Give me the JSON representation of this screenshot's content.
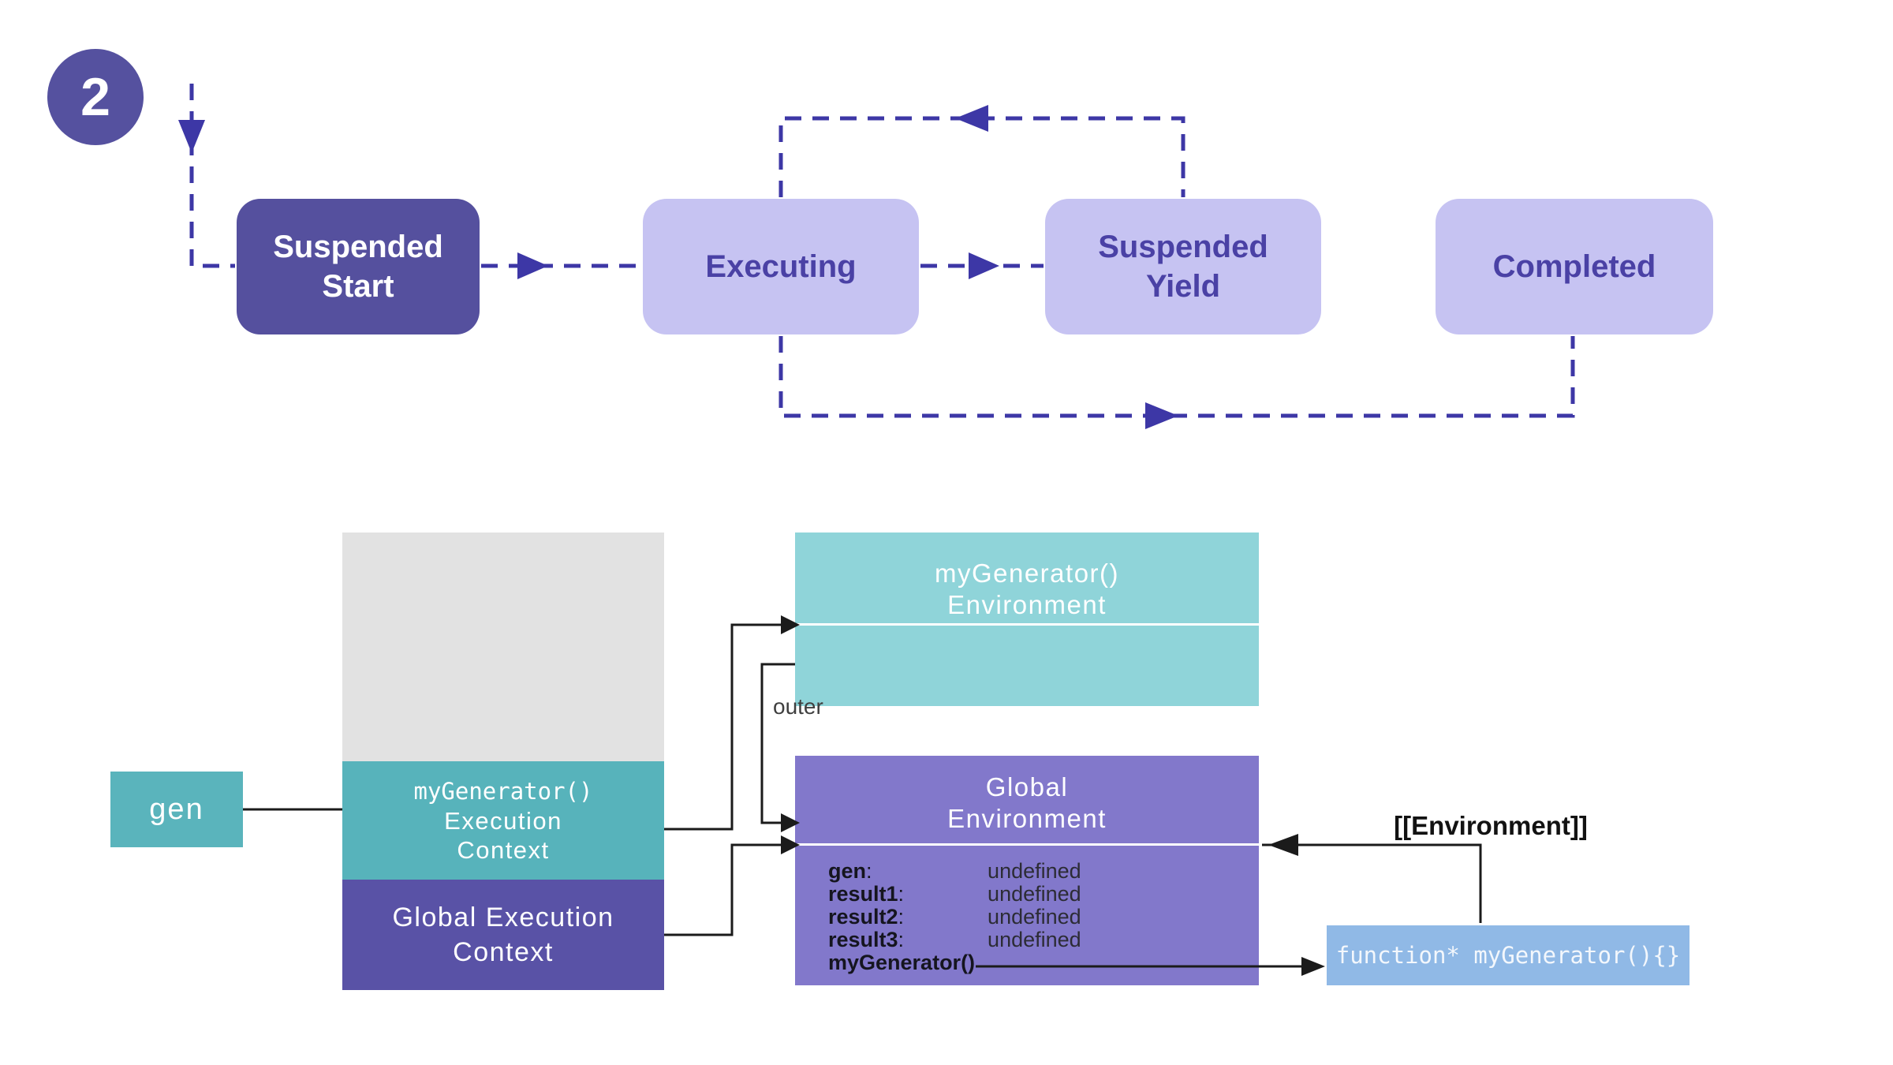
{
  "colors": {
    "dark_purple": "#55509e",
    "light_purple_box": "#c6c3f2",
    "state_text_purple": "#4a41a5",
    "dashed_arrow_purple": "#3d37a6",
    "teal": "#57b3bb",
    "light_teal": "#8fd4d9",
    "global_env_purple": "#8278cb",
    "stack_gray": "#e2e2e2",
    "function_box_blue": "#90b9e6",
    "wire_black": "#1b1b1b"
  },
  "badge": {
    "number": "2"
  },
  "state_machine": {
    "states": [
      {
        "label": "Suspended Start",
        "variant": "dark"
      },
      {
        "label": "Executing",
        "variant": "light"
      },
      {
        "label": "Suspended Yield",
        "variant": "light"
      },
      {
        "label": "Completed",
        "variant": "light"
      }
    ]
  },
  "memory": {
    "gen_box": {
      "label": "gen"
    },
    "call_stack": {
      "generator_frame": {
        "line1": "myGenerator()",
        "line2": "Execution",
        "line3": "Context"
      },
      "global_frame": {
        "line1": "Global Execution",
        "line2": "Context"
      }
    },
    "environments": {
      "generator_env": {
        "title_line1": "myGenerator()",
        "title_line2": "Environment"
      },
      "global_env": {
        "title_line1": "Global",
        "title_line2": "Environment",
        "separator": ":",
        "variables": [
          {
            "name": "gen",
            "value": "undefined"
          },
          {
            "name": "result1",
            "value": "undefined"
          },
          {
            "name": "result2",
            "value": "undefined"
          },
          {
            "name": "result3",
            "value": "undefined"
          },
          {
            "name": "myGenerator()",
            "value": ""
          }
        ]
      }
    },
    "labels": {
      "outer": "outer",
      "environment_ref": "[[Environment]]"
    },
    "function_box": {
      "code": "function* myGenerator(){}"
    }
  }
}
